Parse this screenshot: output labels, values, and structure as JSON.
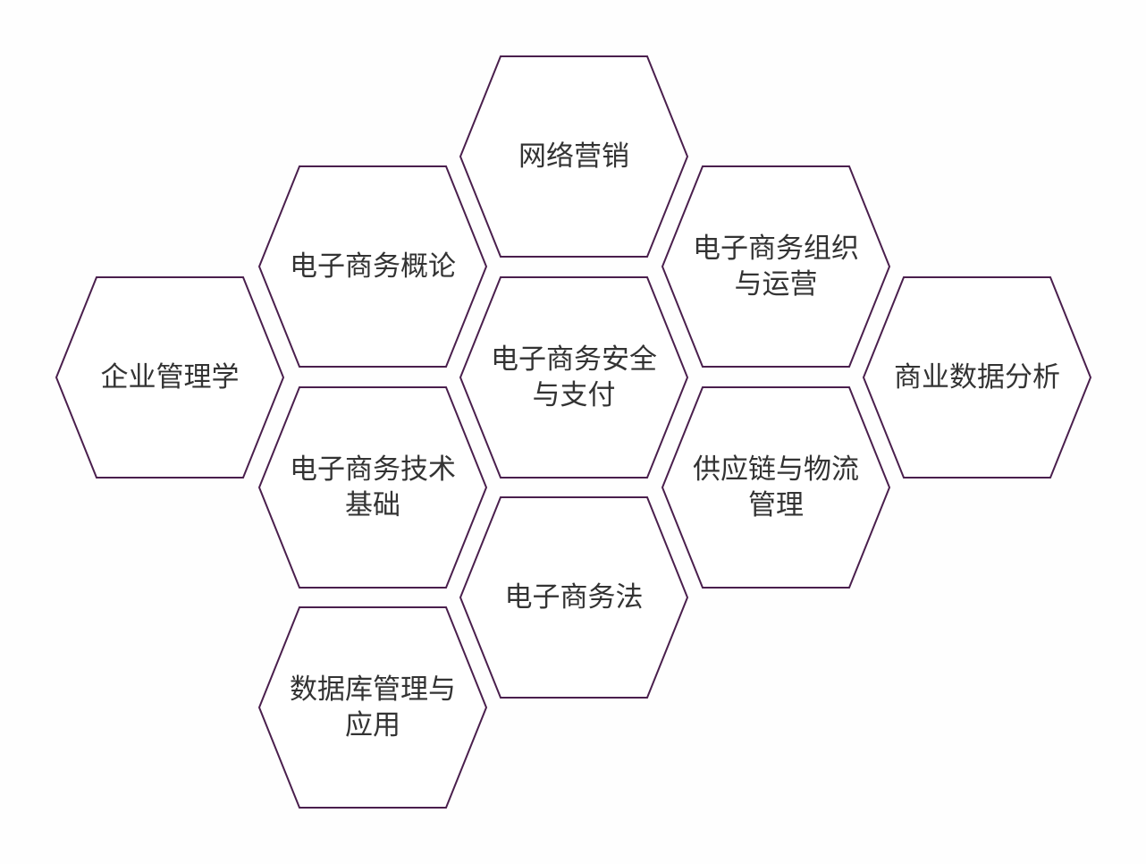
{
  "diagram": {
    "stroke_color": "#4a1f4d",
    "text_color": "#333333",
    "hexagons": [
      {
        "id": "wangluo-yingxiao",
        "label": "网络营销"
      },
      {
        "id": "dianzi-shangwu-gailun",
        "label": "电子商务概论"
      },
      {
        "id": "dianzi-shangwu-zuzhi",
        "label": "电子商务组织\n与运营"
      },
      {
        "id": "qiye-guanlixue",
        "label": "企业管理学"
      },
      {
        "id": "dianzi-shangwu-anquan",
        "label": "电子商务安全\n与支付"
      },
      {
        "id": "shangye-shuju-fenxi",
        "label": "商业数据分析"
      },
      {
        "id": "dianzi-shangwu-jishu",
        "label": "电子商务技术\n基础"
      },
      {
        "id": "gongyinglian-wuliu",
        "label": "供应链与物流\n管理"
      },
      {
        "id": "dianzi-shangwu-fa",
        "label": "电子商务法"
      },
      {
        "id": "shujuku-guanli",
        "label": "数据库管理与\n应用"
      }
    ]
  }
}
